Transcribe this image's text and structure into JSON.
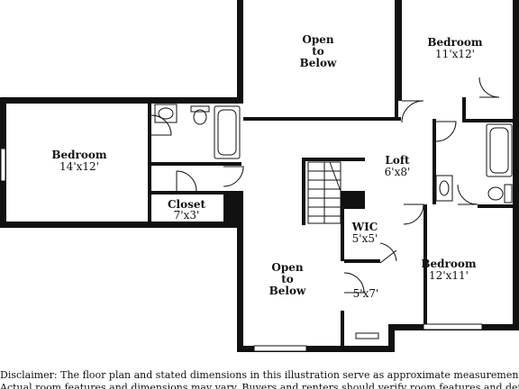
{
  "floor_plan": {
    "rooms": {
      "open_below_top": {
        "lines": [
          "Open",
          "to",
          "Below"
        ]
      },
      "bedroom_top_right": {
        "name": "Bedroom",
        "dims": "11'x12'"
      },
      "bedroom_left": {
        "name": "Bedroom",
        "dims": "14'x12'"
      },
      "loft": {
        "name": "Loft",
        "dims": "6'x8'"
      },
      "closet": {
        "name": "Closet",
        "dims": "7'x3'"
      },
      "wic": {
        "name": "WIC",
        "dims": "5'x5'"
      },
      "open_below_bottom": {
        "lines": [
          "Open",
          "to",
          "Below"
        ]
      },
      "bedroom_bottom_right": {
        "name": "Bedroom",
        "dims": "12'x11'"
      },
      "small_room": {
        "dims": "5'x7'"
      }
    },
    "wall_color": "#111111",
    "background_color": "#ffffff"
  },
  "disclaimer": {
    "line1": "Disclaimer: The floor plan and stated dimensions in this illustration serve as approximate measurements.",
    "line2": "Actual room features and dimensions may vary. Buyers and renters should verify room features and details."
  }
}
